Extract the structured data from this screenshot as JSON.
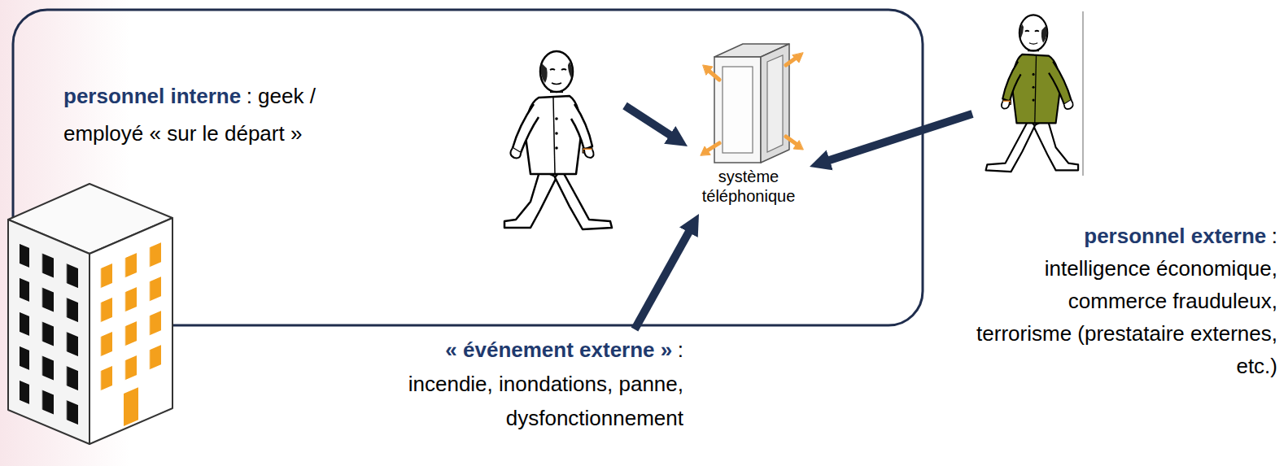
{
  "diagram": {
    "nodes": [
      {
        "text": [
          "personnel interne",
          ": geek / employé « sur le départ »"
        ]
      },
      {
        "text": [
          "système téléphonique"
        ]
      },
      {
        "text": [
          "personnel externe",
          ": intelligence économique, commerce frauduleux, terrorisme (prestataire externes, etc.)"
        ]
      },
      {
        "text": [
          "« événement externe »",
          ": incendie, inondations, panne, dysfonctionnement"
        ]
      }
    ],
    "edges": [
      {
        "from": 0,
        "to": 1,
        "arrow": "to"
      },
      {
        "from": 2,
        "to": 1,
        "arrow": "to"
      },
      {
        "from": 3,
        "to": 1,
        "arrow": "to"
      }
    ]
  }
}
